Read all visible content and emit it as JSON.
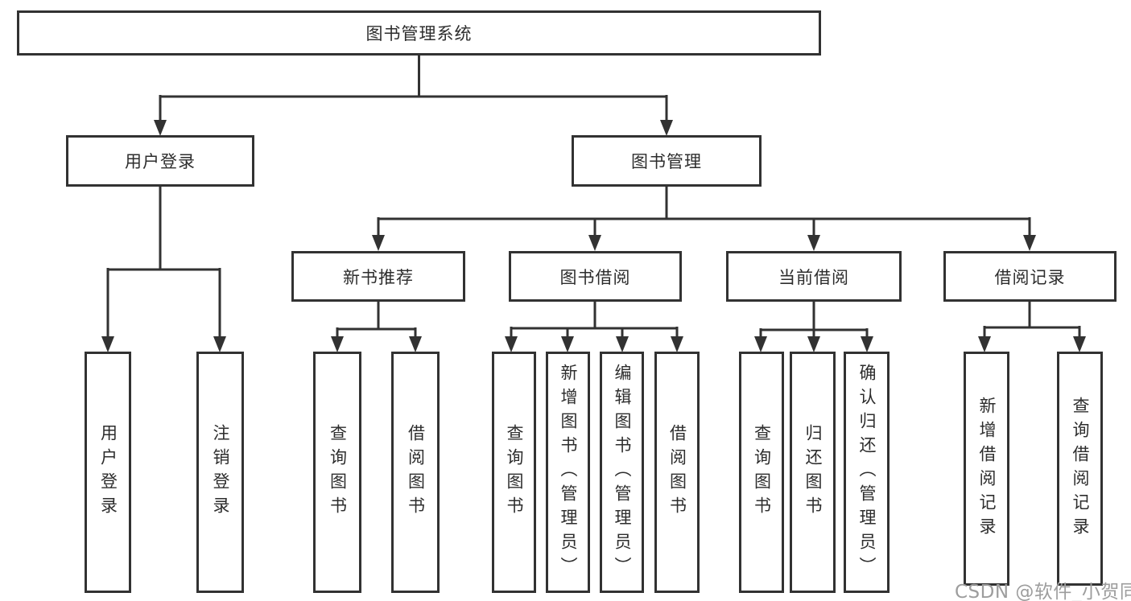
{
  "tree": {
    "label": "图书管理系统",
    "children": [
      {
        "label": "用户登录",
        "children": [
          {
            "label": "用户登录"
          },
          {
            "label": "注销登录"
          }
        ]
      },
      {
        "label": "图书管理",
        "children": [
          {
            "label": "新书推荐",
            "children": [
              {
                "label": "查询图书"
              },
              {
                "label": "借阅图书"
              }
            ]
          },
          {
            "label": "图书借阅",
            "children": [
              {
                "label": "查询图书"
              },
              {
                "label": "新增图书（管理员）"
              },
              {
                "label": "编辑图书（管理员）"
              },
              {
                "label": "借阅图书"
              }
            ]
          },
          {
            "label": "当前借阅",
            "children": [
              {
                "label": "查询图书"
              },
              {
                "label": "归还图书"
              },
              {
                "label": "确认归还（管理员）"
              }
            ]
          },
          {
            "label": "借阅记录",
            "children": [
              {
                "label": "新增借阅记录"
              },
              {
                "label": "查询借阅记录"
              }
            ]
          }
        ]
      }
    ]
  },
  "watermark": {
    "text": "CSDN @软件_小贺同学"
  },
  "colors": {
    "line": "#323232",
    "text": "#2d2d2d",
    "watermark": "#9d9d9d",
    "background": "#ffffff"
  }
}
